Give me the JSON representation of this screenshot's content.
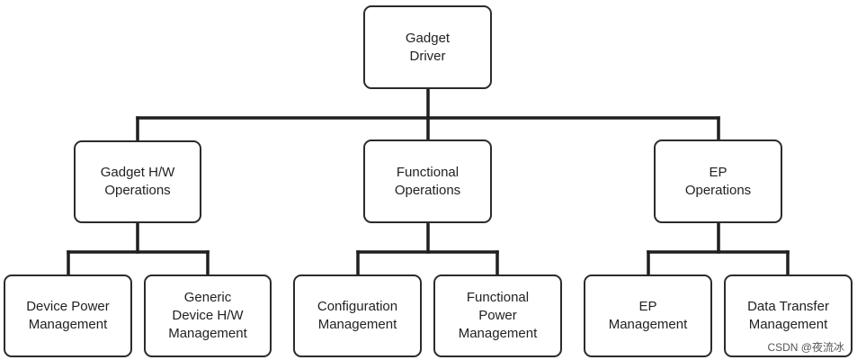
{
  "nodes": {
    "root": "Gadget\nDriver",
    "hw_ops": "Gadget H/W\nOperations",
    "func_ops": "Functional\nOperations",
    "ep_ops": "EP\nOperations",
    "device_power": "Device Power\nManagement",
    "generic_hw": "Generic\nDevice H/W\nManagement",
    "configuration": "Configuration\nManagement",
    "functional_power": "Functional\nPower\nManagement",
    "ep_management": "EP\nManagement",
    "data_transfer": "Data Transfer\nManagement"
  },
  "watermark": "CSDN @夜流冰"
}
